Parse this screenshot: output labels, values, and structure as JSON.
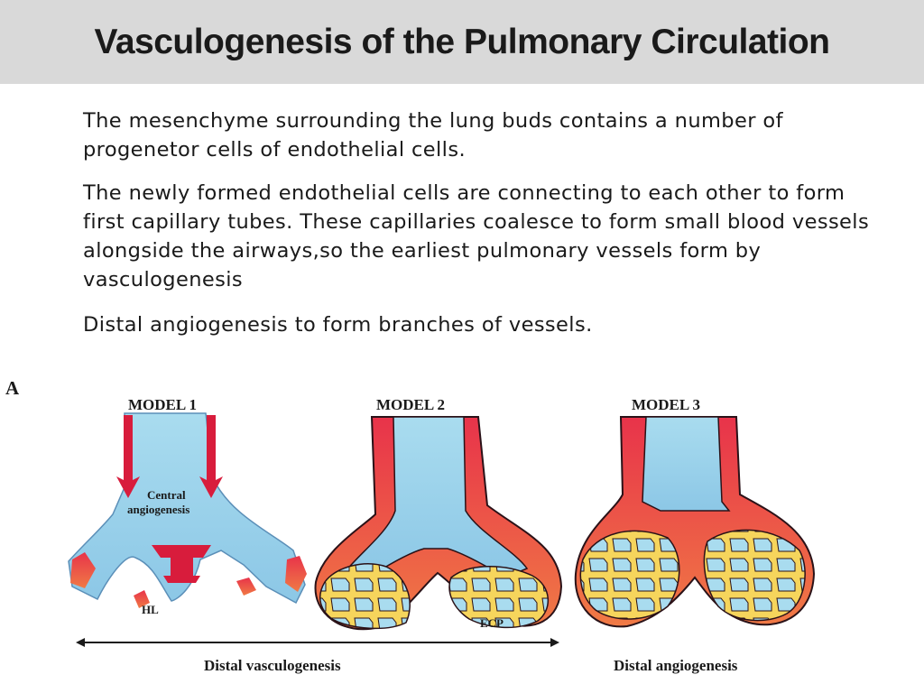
{
  "slide": {
    "title": "Vasculogenesis of the Pulmonary Circulation",
    "paragraphs": [
      " The mesenchyme surrounding the lung buds contains a number of  progenetor cells of endothelial cells.",
      " The newly formed endothelial cells are connecting to each other to form first capillary tubes. These capillaries coalesce to form small blood vessels alongside the airways,so the earliest pulmonary vessels form by vasculogenesis",
      " Distal angiogenesis to form branches of vessels."
    ]
  },
  "figure": {
    "panel_letter": "A",
    "models": [
      {
        "label": "MODEL 1"
      },
      {
        "label": "MODEL 2"
      },
      {
        "label": "MODEL 3"
      }
    ],
    "annotations": {
      "central_line1": "Central",
      "central_line2": "angiogenesis",
      "hl": "HL",
      "ecp": "ECP"
    },
    "captions": {
      "distal_vasculogenesis": "Distal vasculogenesis",
      "distal_angiogenesis": "Distal angiogenesis"
    },
    "colors": {
      "airway_blue": "#9fd3ea",
      "mesenchyme_red": "#e8334a",
      "mesenchyme_orange": "#f4a548",
      "endothelium_yellow": "#f6d55c",
      "vessel_dark": "#2a1218"
    }
  }
}
